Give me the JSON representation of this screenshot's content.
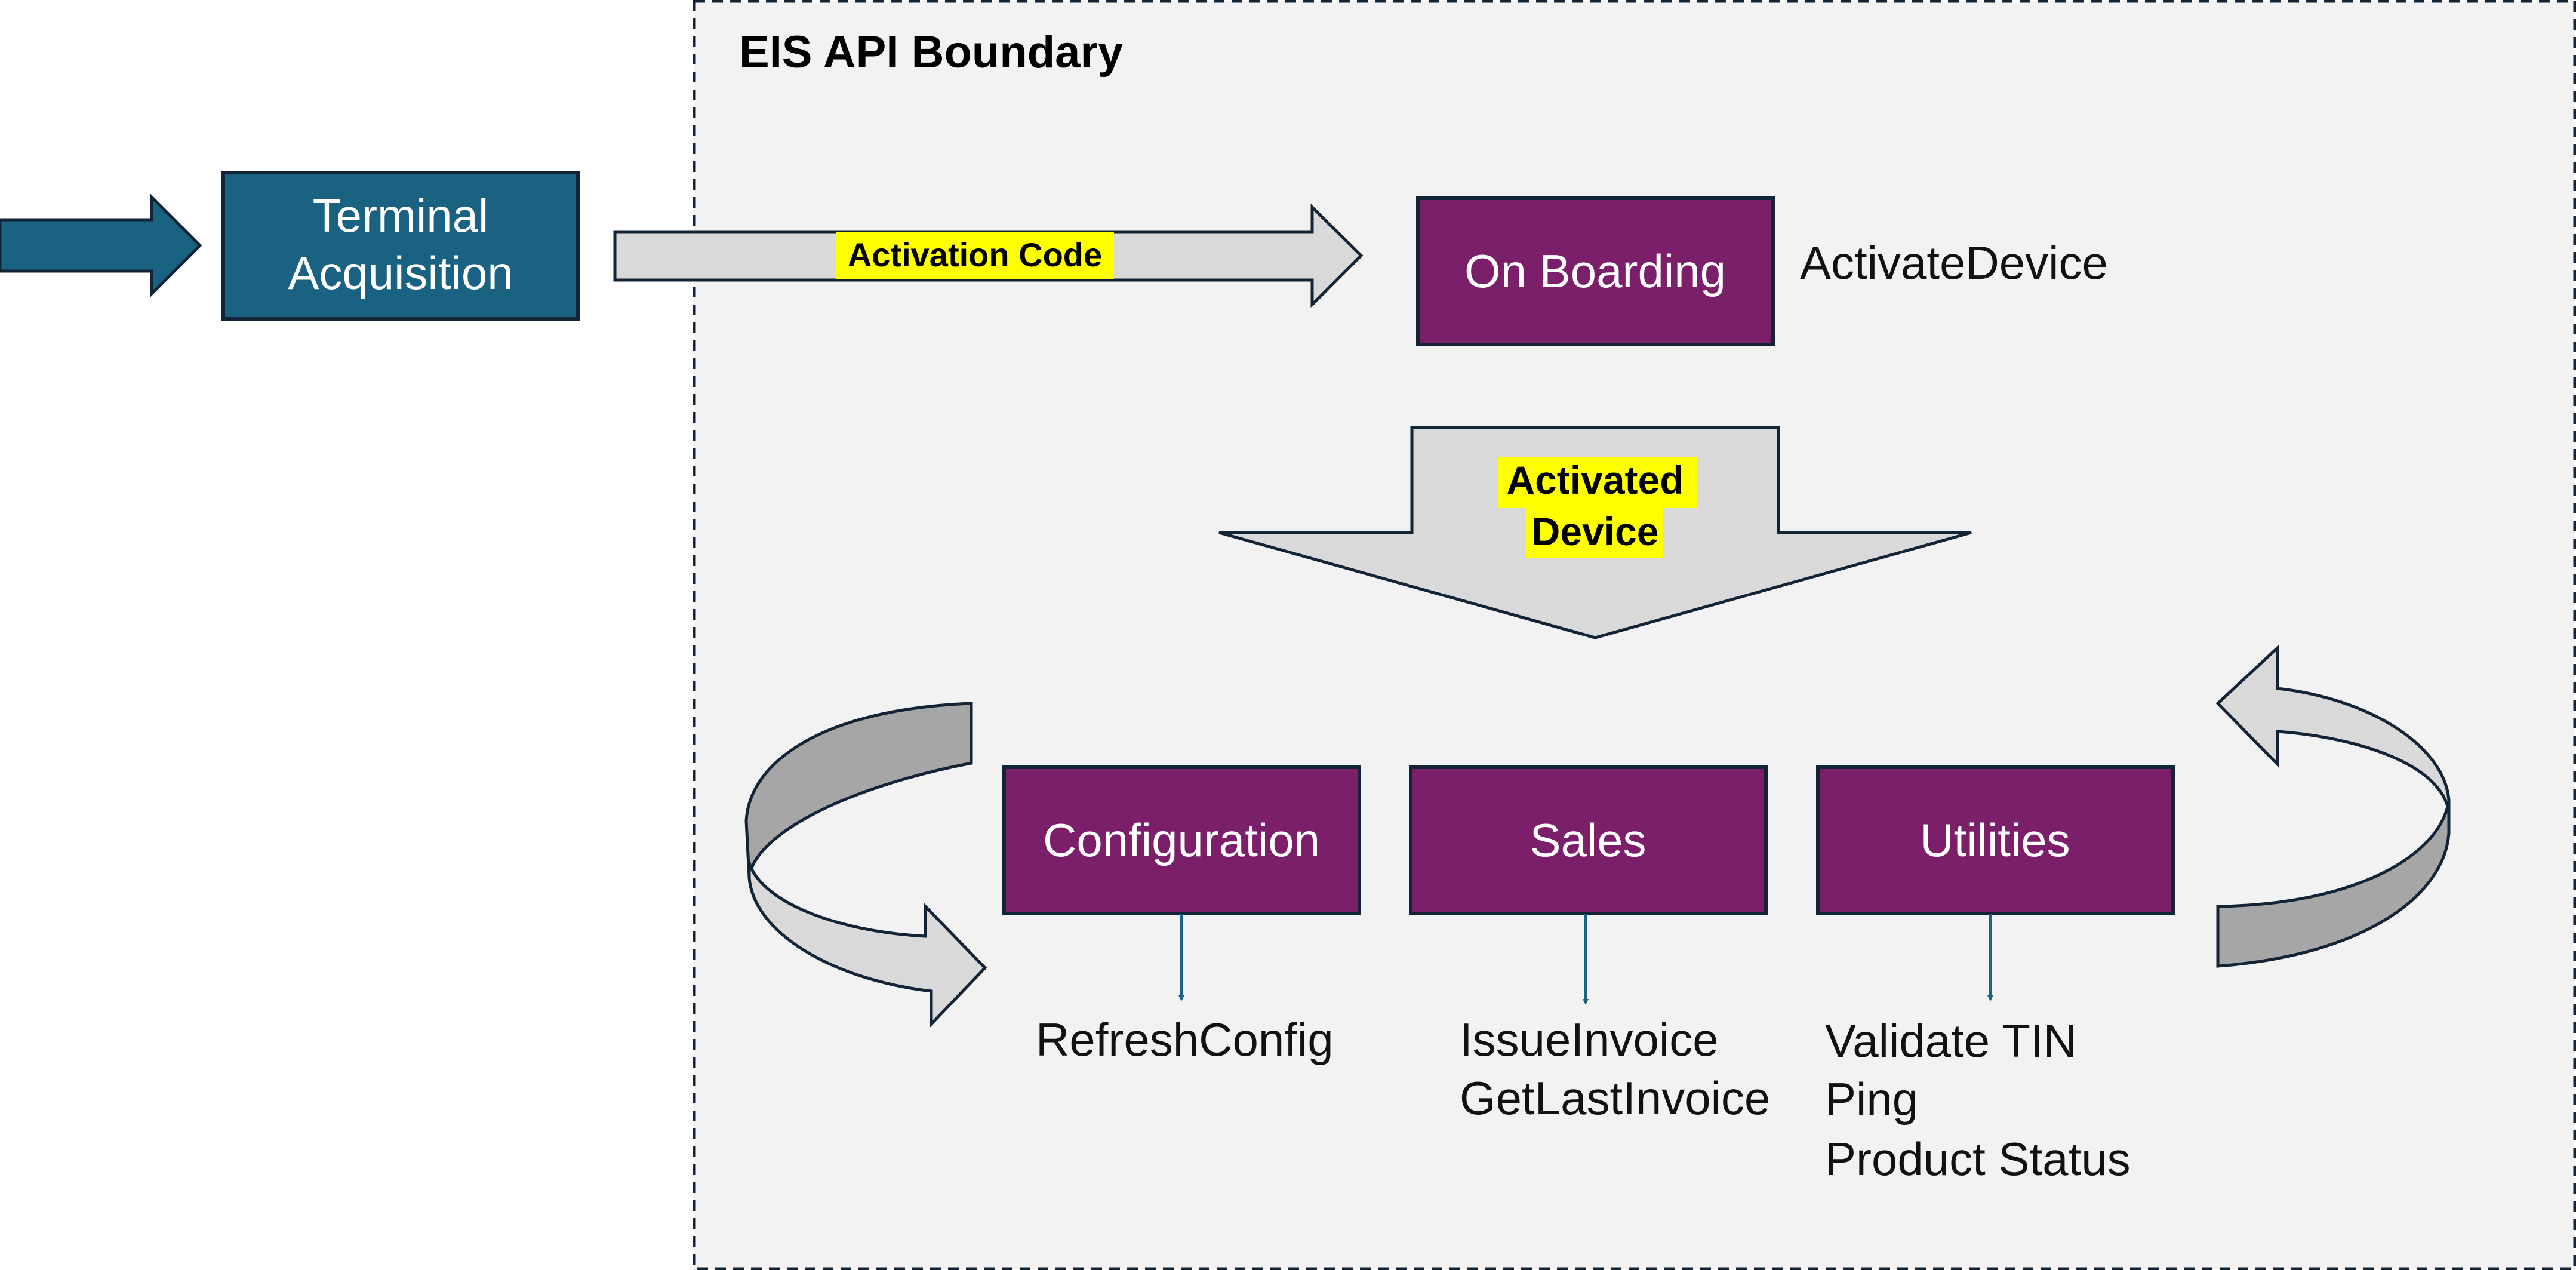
{
  "boundary": {
    "title": "EIS API Boundary"
  },
  "terminal": {
    "line1": "Terminal",
    "line2": "Acquisition"
  },
  "activation_arrow": {
    "label": "Activation Code"
  },
  "onboarding": {
    "label": "On Boarding",
    "operation": "ActivateDevice"
  },
  "activated_arrow": {
    "line1": "Activated",
    "line2": "Device"
  },
  "modules": {
    "configuration": {
      "label": "Configuration",
      "operations": [
        "RefreshConfig"
      ]
    },
    "sales": {
      "label": "Sales",
      "operations": [
        "IssueInvoice",
        "GetLastInvoice"
      ]
    },
    "utilities": {
      "label": "Utilities",
      "operations": [
        "Validate TIN",
        "Ping",
        "Product Status"
      ]
    }
  },
  "colors": {
    "terminal_fill": "#1a6281",
    "module_fill": "#7b1f6b",
    "arrow_fill": "#d9d9d9",
    "arrow_dark_fill": "#a6a6a6",
    "highlight": "#ffff00",
    "boundary_fill": "#f2f2f2",
    "stroke": "#132436"
  }
}
